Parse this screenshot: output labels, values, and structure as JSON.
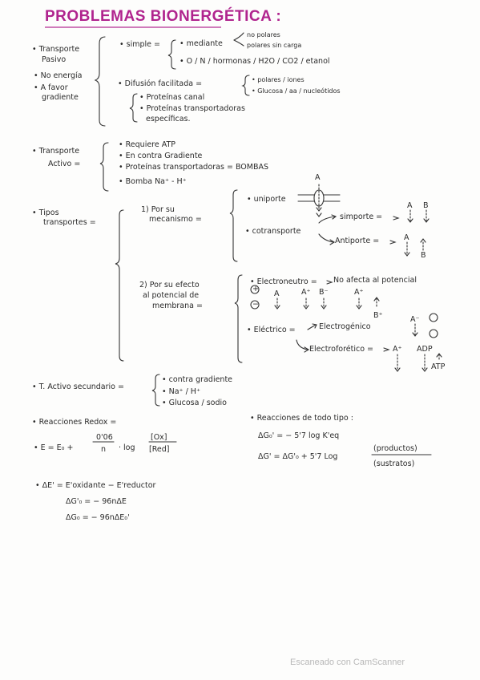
{
  "title": "PROBLEMAS BIONERGÉTICA :",
  "watermark": "Escaneado con CamScanner",
  "pasivo": {
    "label1": "• Transporte",
    "label2": "Pasivo",
    "label3": "• No energía",
    "label4": "• A favor",
    "label5": "gradiente",
    "simple": "• simple =",
    "mediante": "• mediante",
    "no_polares": "no polares",
    "polares_sin_carga": "polares sin carga",
    "gases": "• O / N / hormonas / H2O / CO2 / etanol",
    "difusion": "• Difusión facilitada =",
    "polares_iones": "• polares / iones",
    "glucosa": "• Glucosa / aa / nucleótidos",
    "proteinas_canal": "• Proteínas canal",
    "proteinas_transp_1": "• Proteínas transportadoras",
    "proteinas_transp_2": "específicas."
  },
  "activo": {
    "label1": "• Transporte",
    "label2": "Activo =",
    "item1": "• Requiere ATP",
    "item2": "• En contra Gradiente",
    "item3": "• Proteínas transportadoras = BOMBAS",
    "item4": "• Bomba Na⁺ - H⁺"
  },
  "tipos": {
    "label1": "• Tipos",
    "label2": "transportes =",
    "mec_1": "1) Por su",
    "mec_2": "mecanismo =",
    "uniporte": "• uniporte",
    "A_top": "A",
    "cotransporte": "• cotransporte",
    "simporte": "simporte =",
    "antiporte": "Antiporte =",
    "sim_A": "A",
    "sim_B": "B",
    "anti_A": "A",
    "anti_B": "B",
    "pot_1": "2) Por su efecto",
    "pot_2": "al potencial de",
    "pot_3": "membrana =",
    "electroneutro": "• Electroneutro =",
    "no_afecta": "No afecta al potencial",
    "plus": "+",
    "minus": "−",
    "en_A": "A",
    "en_Ap": "A⁺",
    "en_Bm": "B⁻",
    "en_Ap2": "A⁺",
    "en_Bp": "B⁺",
    "electrico": "• Eléctrico =",
    "electrogenico": "Electrogénico",
    "electroforetico": "Electroforético =",
    "eg_Am": "A⁻",
    "ef_Ap": "A⁺",
    "ef_ADP": "ADP",
    "ef_ATP": "ATP"
  },
  "secundario": {
    "label": "• T. Activo secundario =",
    "item1": "• contra gradiente",
    "item2": "• Na⁺ / H⁺",
    "item3": "• Glucosa / sodio"
  },
  "redox": {
    "label": "• Reacciones Redox =",
    "eq_start": "• E = E₀ +",
    "frac_num": "0'06",
    "frac_den": "n",
    "log": "· log",
    "ox": "[Ox]",
    "red": "[Red]",
    "deltaE": "• ΔE' = E'oxidante − E'reductor",
    "g1": "ΔG'₀ = − 96nΔE",
    "g2": "ΔG₀ = − 96nΔE₀'"
  },
  "todo_tipo": {
    "label": "• Reacciones de todo tipo :",
    "eq1": "ΔG₀' = − 5'7 log K'eq",
    "eq2": "ΔG' = ΔG'₀ + 5'7 Log",
    "productos": "(productos)",
    "sustratos": "(sustratos)"
  }
}
